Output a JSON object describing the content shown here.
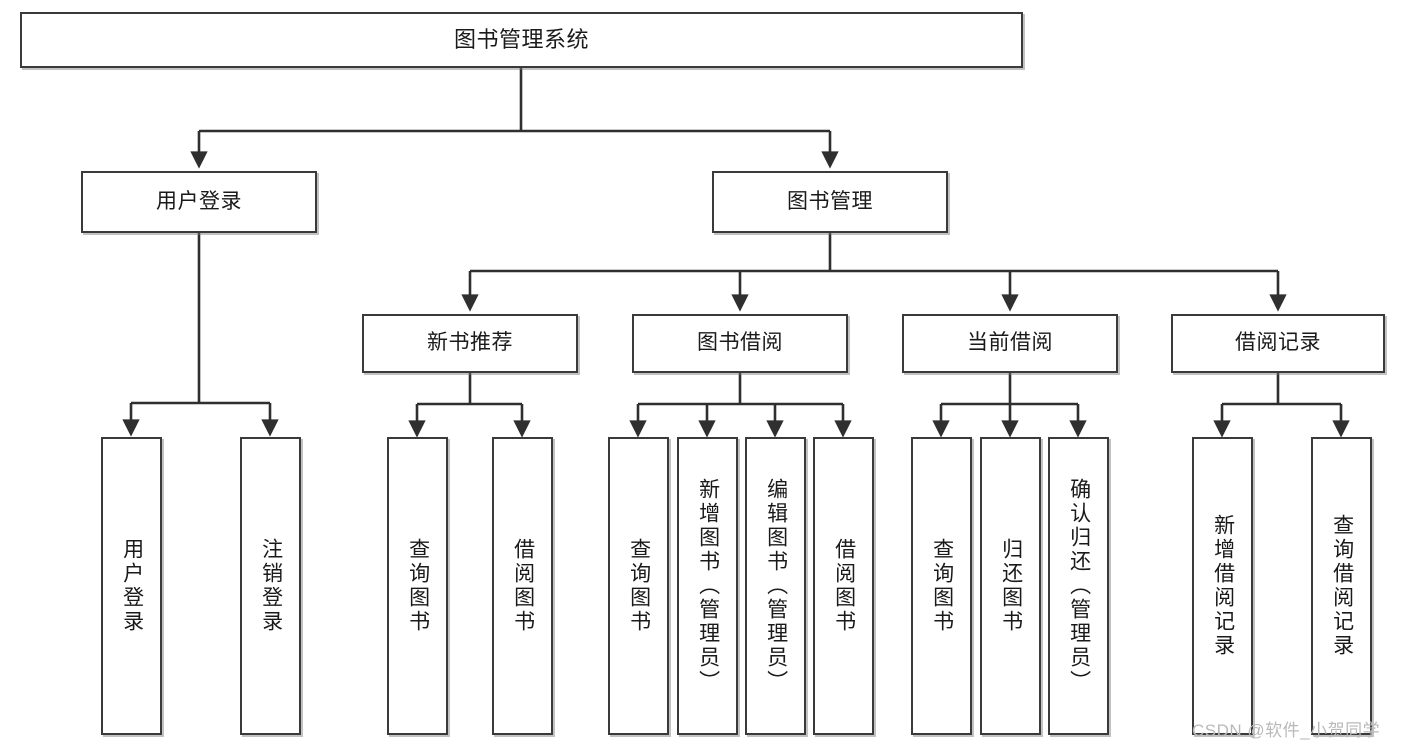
{
  "diagram": {
    "title": "图书管理系统",
    "type": "功能结构图",
    "colors": {
      "box_border": "#3a3a3a",
      "box_fill": "#ffffff",
      "line": "#2f2f2f",
      "text": "#1a1a1a",
      "watermark": "#b9b9b9"
    },
    "nodes": {
      "root": {
        "label": "图书管理系统"
      },
      "level2": [
        {
          "id": "user-login",
          "label": "用户登录"
        },
        {
          "id": "book-manage",
          "label": "图书管理"
        }
      ],
      "level3": [
        {
          "id": "new-book-recommend",
          "label": "新书推荐"
        },
        {
          "id": "book-borrow",
          "label": "图书借阅"
        },
        {
          "id": "current-borrow",
          "label": "当前借阅"
        },
        {
          "id": "borrow-record",
          "label": "借阅记录"
        }
      ],
      "leaves": {
        "user-login": [
          {
            "id": "leaf-user-login",
            "label": "用户登录"
          },
          {
            "id": "leaf-logout",
            "label": "注销登录"
          }
        ],
        "new-book-recommend": [
          {
            "id": "leaf-query-book-1",
            "label": "查询图书"
          },
          {
            "id": "leaf-borrow-book-1",
            "label": "借阅图书"
          }
        ],
        "book-borrow": [
          {
            "id": "leaf-query-book-2",
            "label": "查询图书"
          },
          {
            "id": "leaf-add-book",
            "label": "新增图书（管理员）"
          },
          {
            "id": "leaf-edit-book",
            "label": "编辑图书（管理员）"
          },
          {
            "id": "leaf-borrow-book-2",
            "label": "借阅图书"
          }
        ],
        "current-borrow": [
          {
            "id": "leaf-query-book-3",
            "label": "查询图书"
          },
          {
            "id": "leaf-return-book",
            "label": "归还图书"
          },
          {
            "id": "leaf-confirm-return",
            "label": "确认归还（管理员）"
          }
        ],
        "borrow-record": [
          {
            "id": "leaf-add-record",
            "label": "新增借阅记录"
          },
          {
            "id": "leaf-query-record",
            "label": "查询借阅记录"
          }
        ]
      }
    },
    "watermark": "CSDN @软件_小贺同学"
  }
}
